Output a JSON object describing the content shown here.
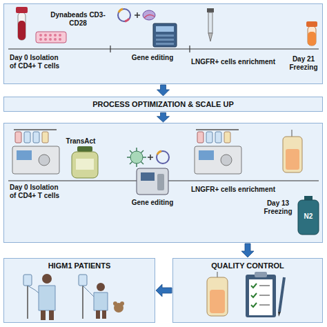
{
  "diagram": {
    "nodes": [
      {
        "text": [
          "Dynabeads CD3-CD28",
          "Day 0 Isolation of CD4+ T cells",
          "Gene editing",
          "LNGFR+ cells enrichment",
          "Day 21 Freezing"
        ]
      },
      {
        "text": [
          "PROCESS OPTIMIZATION & SCALE UP"
        ]
      },
      {
        "text": [
          "TransAct",
          "Day 0 Isolation of CD4+ T cells",
          "Gene editing",
          "LNGFR+ cells enrichment",
          "Day 13 Freezing"
        ]
      },
      {
        "text": [
          "QUALITY CONTROL"
        ]
      },
      {
        "text": [
          "HIGM1 PATIENTS"
        ]
      }
    ],
    "edges": [
      {
        "from": 0,
        "to": 1,
        "arrow": "to"
      },
      {
        "from": 1,
        "to": 2,
        "arrow": "to"
      },
      {
        "from": 2,
        "to": 3,
        "arrow": "to"
      },
      {
        "from": 3,
        "to": 4,
        "arrow": "to"
      }
    ],
    "labels": [
      "N2"
    ]
  }
}
